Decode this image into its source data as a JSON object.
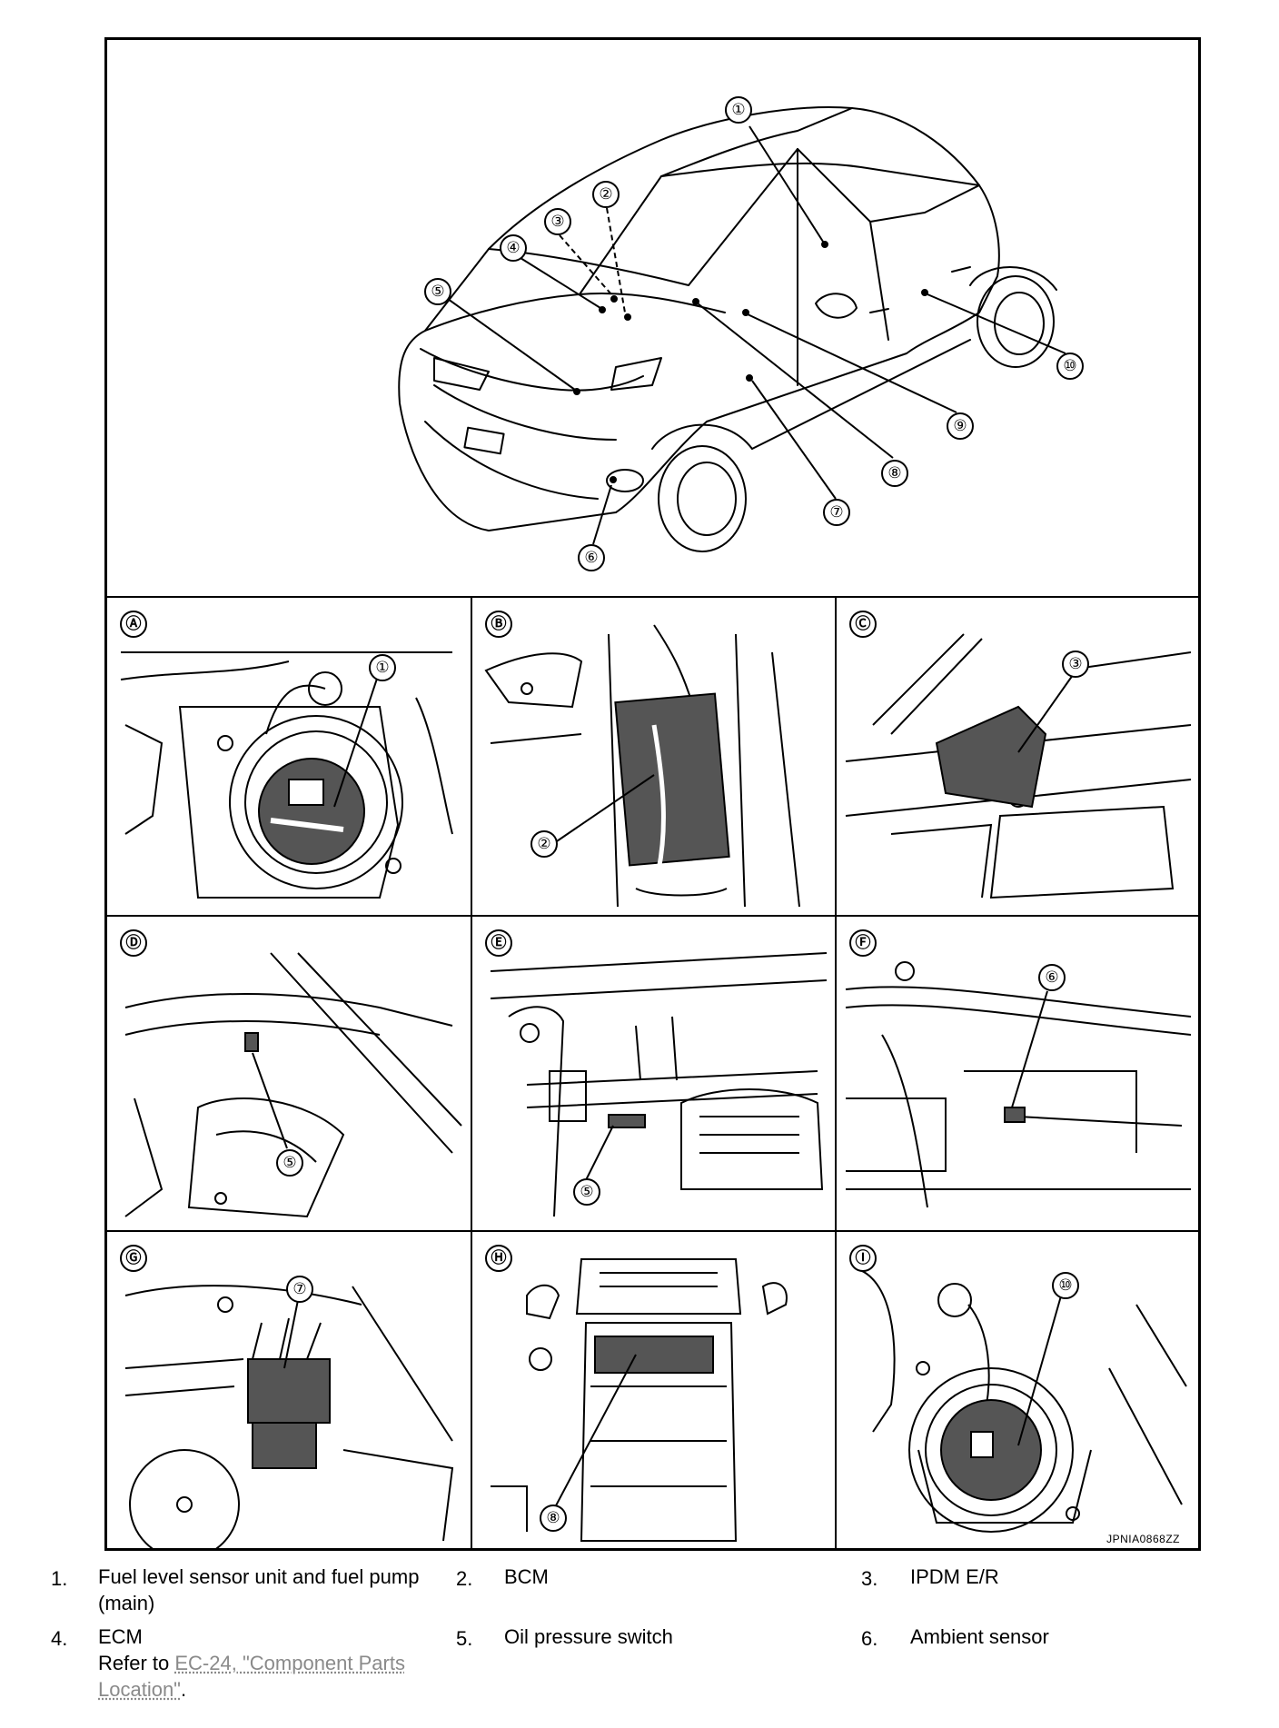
{
  "overview": {
    "callouts": [
      "①",
      "②",
      "③",
      "④",
      "⑤",
      "⑥",
      "⑦",
      "⑧",
      "⑨",
      "⑩"
    ]
  },
  "panels": [
    {
      "letter": "Ⓐ",
      "callout": "①"
    },
    {
      "letter": "Ⓑ",
      "callout": "②"
    },
    {
      "letter": "Ⓒ",
      "callout": "③"
    },
    {
      "letter": "Ⓓ",
      "callout": "⑤"
    },
    {
      "letter": "Ⓔ",
      "callout": "⑤"
    },
    {
      "letter": "Ⓕ",
      "callout": "⑥"
    },
    {
      "letter": "Ⓖ",
      "callout": "⑦"
    },
    {
      "letter": "Ⓗ",
      "callout": "⑧"
    },
    {
      "letter": "Ⓘ",
      "callout": "⑩"
    }
  ],
  "figure_code": "JPNIA0868ZZ",
  "legend": [
    {
      "num": "1.",
      "label_line1": "Fuel level sensor unit and fuel pump",
      "label_line2": "(main)"
    },
    {
      "num": "2.",
      "label": "BCM"
    },
    {
      "num": "3.",
      "label": "IPDM E/R"
    },
    {
      "num": "4.",
      "label": "ECM",
      "refer_prefix": "Refer to ",
      "link_line1": "EC-24, \"Component Parts",
      "link_line2": "Location\"",
      "suffix": "."
    },
    {
      "num": "5.",
      "label": "Oil pressure switch"
    },
    {
      "num": "6.",
      "label": "Ambient sensor"
    }
  ]
}
